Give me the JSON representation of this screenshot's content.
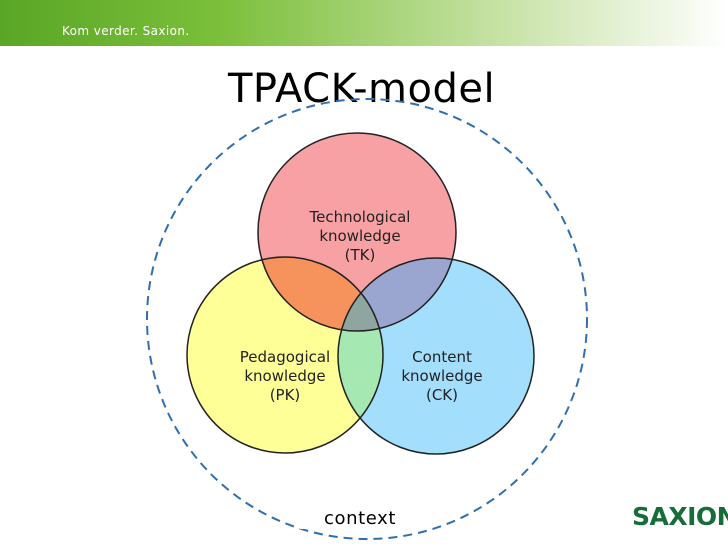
{
  "header": {
    "tagline": "Kom verder. Saxion.",
    "band_color": "#6fb730"
  },
  "slide": {
    "title": "TPACK-model"
  },
  "diagram": {
    "tk": {
      "label": "Technological\nknowledge\n(TK)",
      "color": "#f8a1a4"
    },
    "pk": {
      "label": "Pedagogical\nknowledge\n(PK)",
      "color": "#ffff98"
    },
    "ck": {
      "label": "Content\nknowledge\n(CK)",
      "color": "#a3defc"
    },
    "overlap_colors": {
      "tk_pk": "#f6925c",
      "tk_ck": "#9aa6cf",
      "pk_ck": "#a6e8b1",
      "center": "#8ea5a0"
    },
    "boundary_color": "#2f6fae",
    "context_label": "context"
  },
  "logo": {
    "text": "SAXION",
    "color": "#176d3a"
  }
}
